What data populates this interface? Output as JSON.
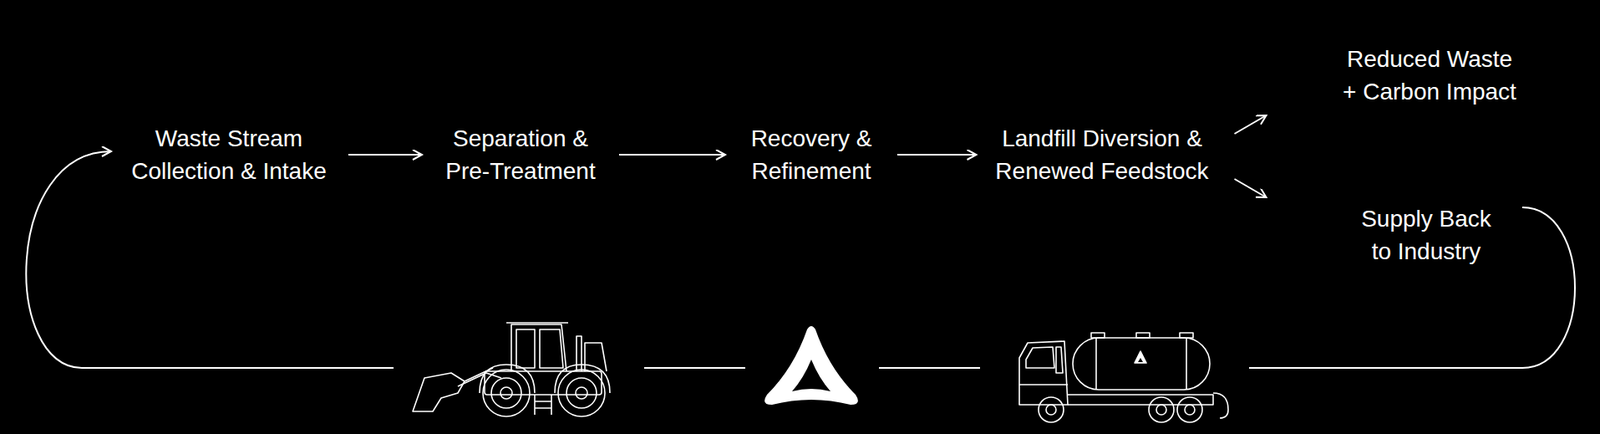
{
  "diagram": {
    "nodes": [
      {
        "text": [
          "Waste Stream Collection & Intake"
        ]
      },
      {
        "text": [
          "Separation & Pre-Treatment"
        ]
      },
      {
        "text": [
          "Recovery & Refinement"
        ]
      },
      {
        "text": [
          "Landfill Diversion & Renewed Feedstock"
        ]
      },
      {
        "text": [
          "Reduced Waste + Carbon Impact"
        ]
      },
      {
        "text": [
          "Supply Back to Industry"
        ]
      }
    ],
    "edges": [
      {
        "from": 0,
        "to": 1,
        "arrow": "to"
      },
      {
        "from": 1,
        "to": 2,
        "arrow": "to"
      },
      {
        "from": 2,
        "to": 3,
        "arrow": "to"
      },
      {
        "from": 3,
        "to": 4,
        "arrow": "to"
      },
      {
        "from": 3,
        "to": 5,
        "arrow": "to"
      },
      {
        "from": 5,
        "to": 0,
        "arrow": "to"
      }
    ]
  }
}
